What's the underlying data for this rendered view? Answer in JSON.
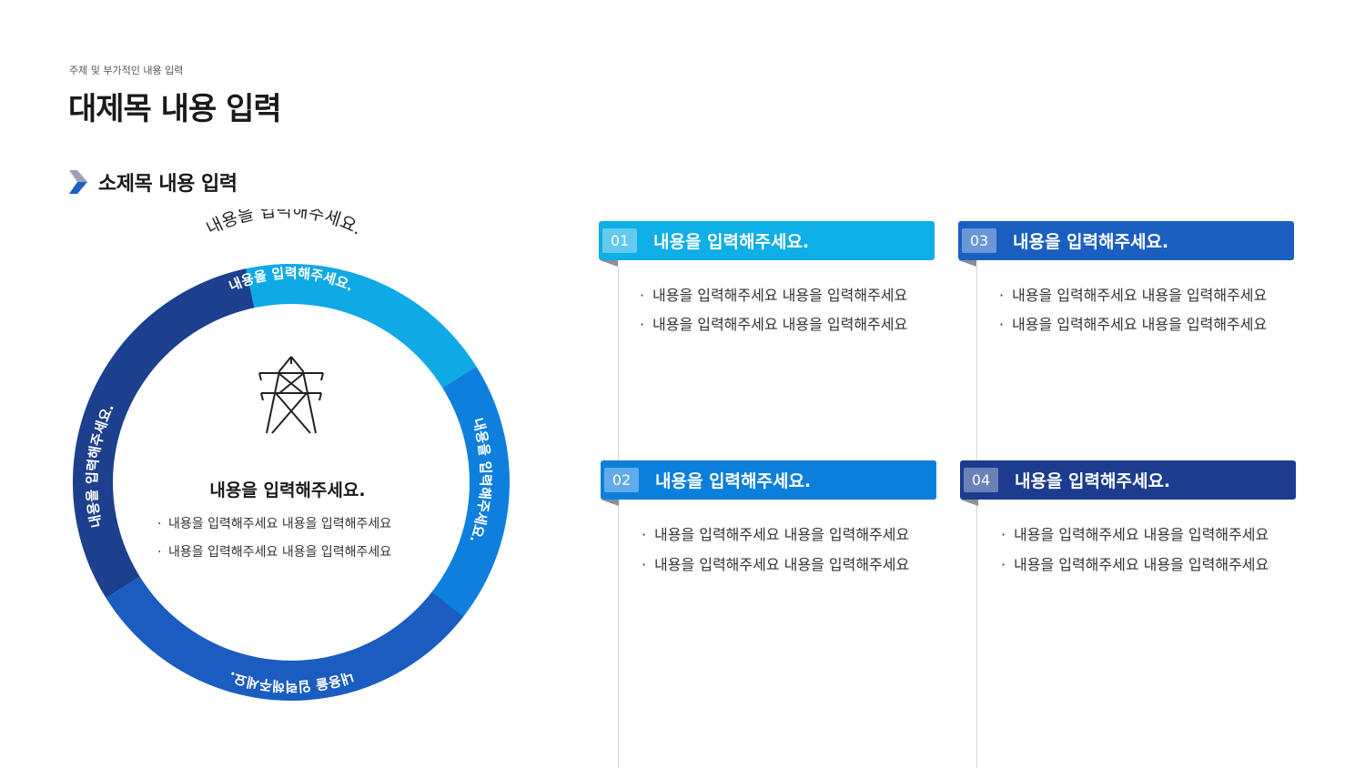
{
  "header": {
    "subtitle": "주제 및 부가적인 내용 입력",
    "title": "대제목 내용 입력",
    "section_title": "소제목 내용 입력"
  },
  "colors": {
    "segment_top": "#0fa9e6",
    "segment_right": "#0e7fdd",
    "segment_bottom": "#1a5cc0",
    "segment_left": "#1c3f8e",
    "card_01": "#0eaee6",
    "card_02": "#0b7fdc",
    "card_03": "#1a5fc0",
    "card_04": "#1b3c8f"
  },
  "ring": {
    "outer_label": "내용을 입력해주세요.",
    "segments": [
      "내용을 입력해주세요.",
      "내용을 입력해주세요.",
      "내용을 입력해주세요.",
      "내용을 입력해주세요."
    ],
    "icon": "power-tower-icon",
    "center_title": "내용을 입력해주세요.",
    "center_bullets": [
      "내용을 입력해주세요 내용을 입력해주세요",
      "내용을 입력해주세요 내용을 입력해주세요"
    ]
  },
  "cards": [
    {
      "num": "01",
      "label": "내용을 입력해주세요.",
      "bullets": [
        "내용을 입력해주세요 내용을 입력해주세요",
        "내용을 입력해주세요 내용을 입력해주세요"
      ]
    },
    {
      "num": "02",
      "label": "내용을 입력해주세요.",
      "bullets": [
        "내용을 입력해주세요 내용을 입력해주세요",
        "내용을 입력해주세요 내용을 입력해주세요"
      ]
    },
    {
      "num": "03",
      "label": "내용을 입력해주세요.",
      "bullets": [
        "내용을 입력해주세요 내용을 입력해주세요",
        "내용을 입력해주세요 내용을 입력해주세요"
      ]
    },
    {
      "num": "04",
      "label": "내용을 입력해주세요.",
      "bullets": [
        "내용을 입력해주세요 내용을 입력해주세요",
        "내용을 입력해주세요 내용을 입력해주세요"
      ]
    }
  ]
}
